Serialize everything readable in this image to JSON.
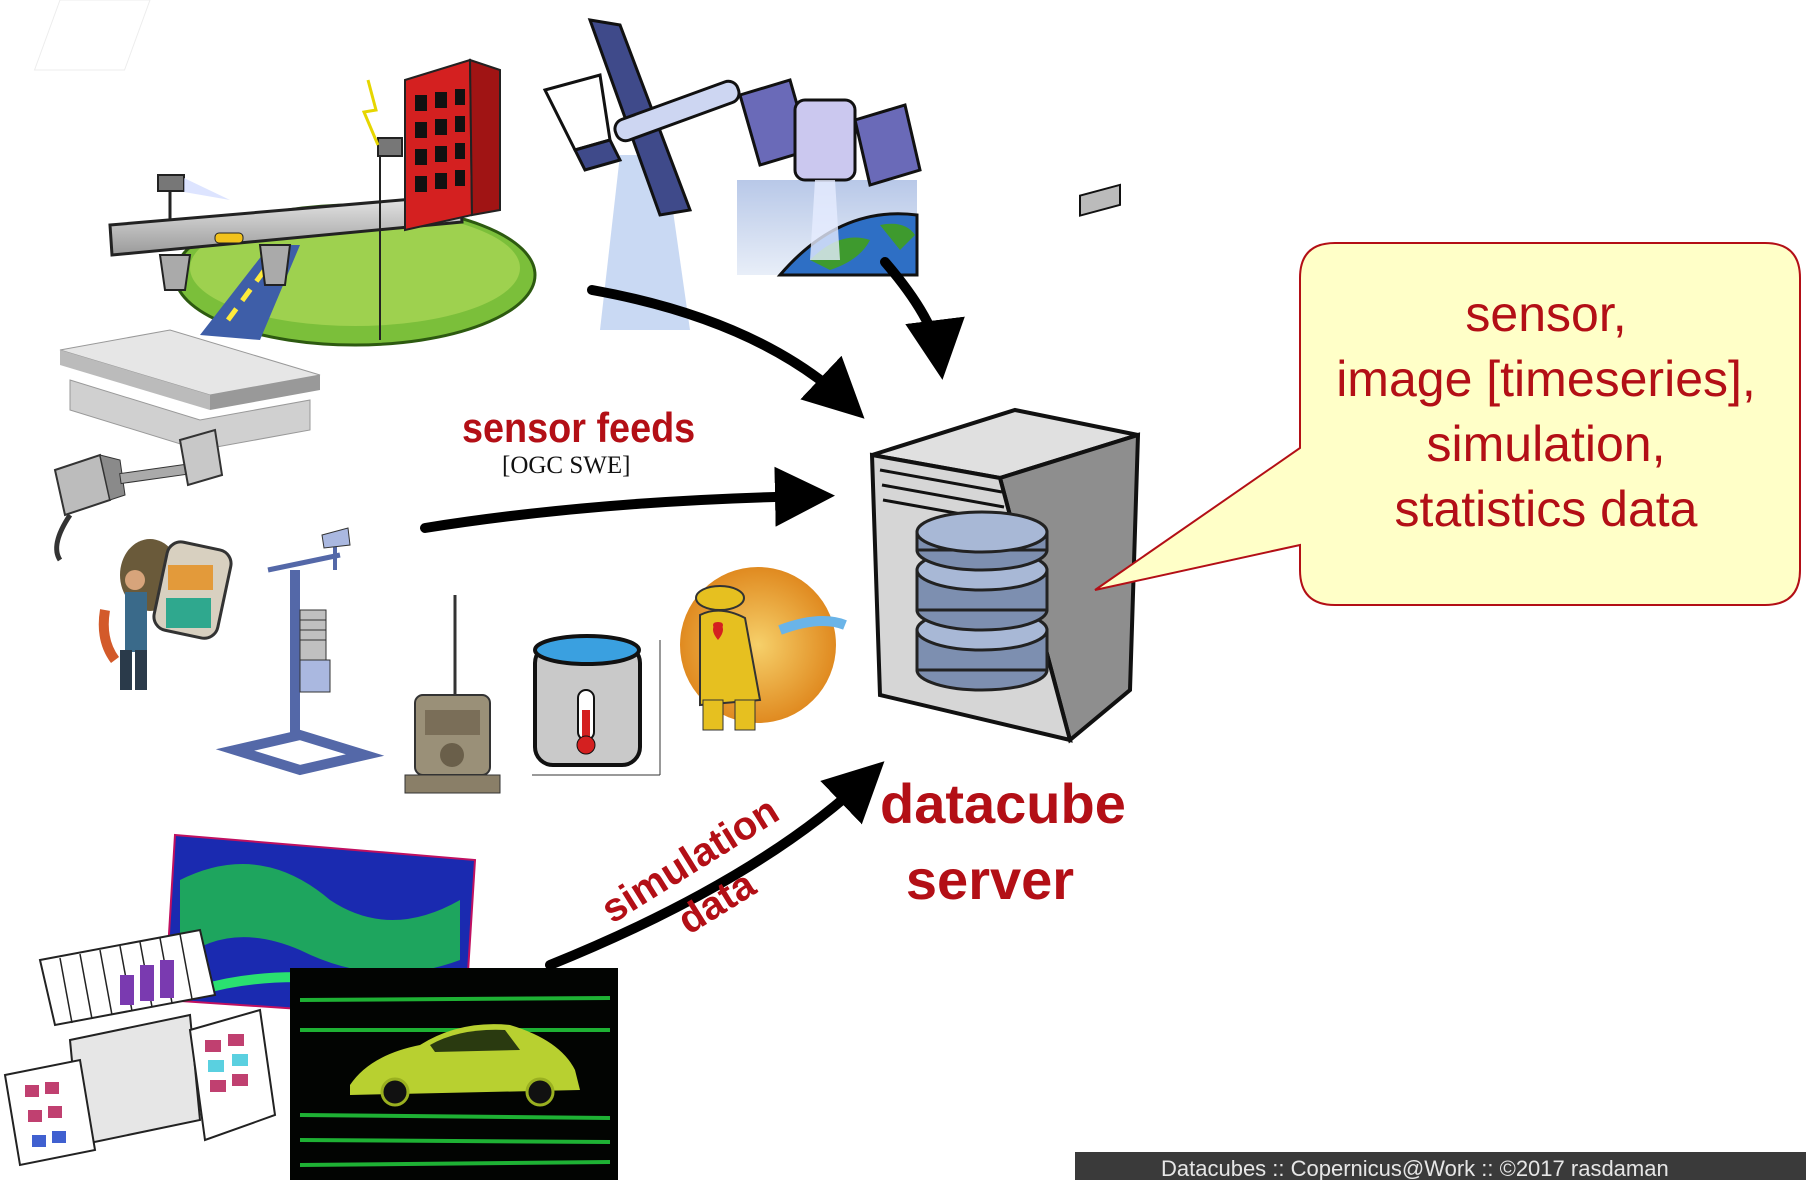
{
  "arrows": {
    "sensor_feeds_title": "sensor feeds",
    "sensor_feeds_subtitle": "[OGC SWE]",
    "simulation_line1": "simulation",
    "simulation_line2": "data"
  },
  "server": {
    "label_line1": "datacube",
    "label_line2": "server"
  },
  "callout": {
    "line1": "sensor,",
    "line2": "image [timeseries],",
    "line3": "simulation,",
    "line4": "statistics data"
  },
  "footer": {
    "text": "Datacubes  ::  Copernicus@Work  ::  ©2017 rasdaman"
  },
  "icons": [
    "bridge-camera-icon",
    "satellite-icon",
    "earth-satellite-icon",
    "steel-beam-icon",
    "laser-sensor-icon",
    "hiker-phone-icon",
    "weather-station-icon",
    "gauge-device-icon",
    "water-tank-thermometer-icon",
    "firefighter-icon",
    "simulation-grid-icon",
    "car-wind-tunnel-icon",
    "server-database-icon"
  ],
  "colors": {
    "accent_red": "#b30f16",
    "callout_fill": "#ffffc8",
    "footer_bg": "#3a3a3a"
  }
}
